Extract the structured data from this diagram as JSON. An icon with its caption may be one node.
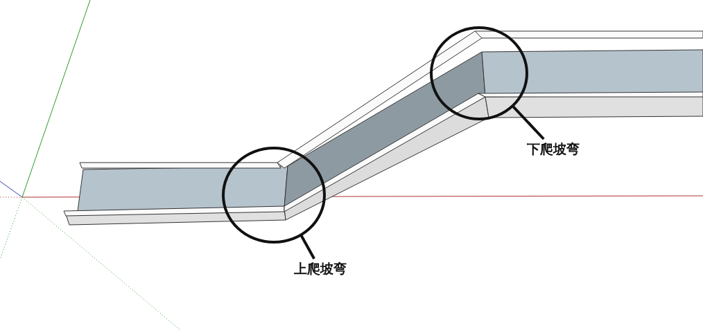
{
  "diagram": {
    "nodes": [
      {
        "text": [
          "下爬坡弯"
        ]
      },
      {
        "text": [],
        "shape": "circle"
      },
      {
        "text": [
          "上爬坡弯"
        ]
      },
      {
        "text": [],
        "shape": "circle"
      }
    ],
    "edges": [
      {
        "from": 0,
        "to": 1,
        "arrow": "none"
      },
      {
        "from": 2,
        "to": 3,
        "arrow": "none"
      }
    ]
  }
}
